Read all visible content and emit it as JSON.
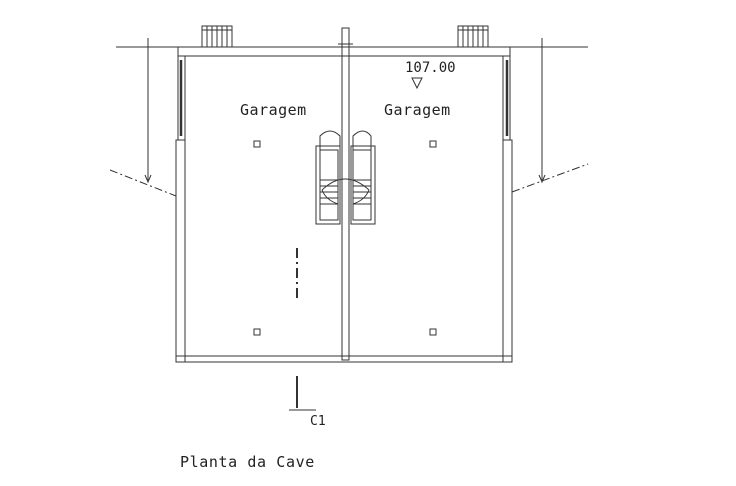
{
  "drawing": {
    "rooms": [
      {
        "label": "Garagem"
      },
      {
        "label": "Garagem"
      }
    ],
    "level_marker": "107.00",
    "section_marker": "C1",
    "caption": "Planta da Cave"
  }
}
